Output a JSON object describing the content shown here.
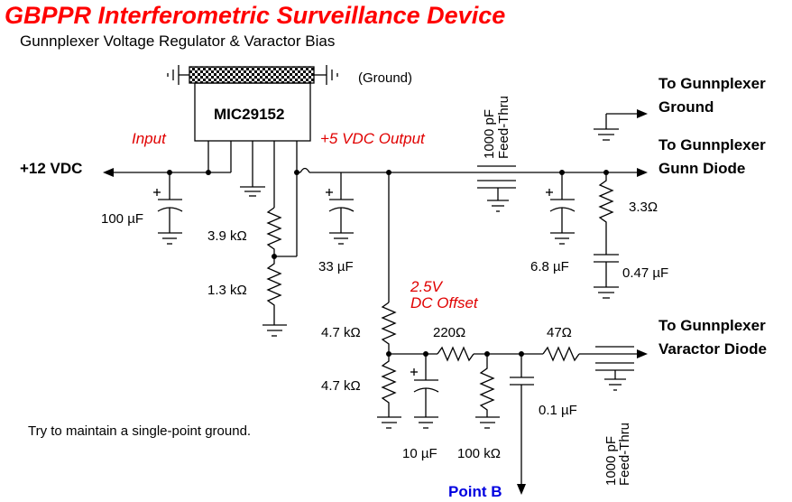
{
  "title": "GBPPR Interferometric Surveillance Device",
  "subtitle": "Gunnplexer Voltage Regulator & Varactor Bias",
  "regulator": {
    "part": "MIC29152",
    "ground_label": "(Ground)"
  },
  "annotations": {
    "input": "Input",
    "output": "+5 VDC Output",
    "dc_offset_line1": "2.5V",
    "dc_offset_line2": "DC Offset",
    "note": "Try to maintain a single-point ground."
  },
  "supply": {
    "label": "+12 VDC"
  },
  "outputs": {
    "ground_line1": "To Gunnplexer",
    "ground_line2": "Ground",
    "gunn_line1": "To Gunnplexer",
    "gunn_line2": "Gunn Diode",
    "varactor_line1": "To Gunnplexer",
    "varactor_line2": "Varactor Diode",
    "point_b": "Point B"
  },
  "components": {
    "c_in": "100 µF",
    "r_top": "3.9 kΩ",
    "r_bot": "1.3 kΩ",
    "c_out": "33 µF",
    "feedthru1_line1": "1000 pF",
    "feedthru1_line2": "Feed-Thru",
    "c_gunn": "6.8 µF",
    "r_snub": "3.3Ω",
    "c_snub": "0.47 µF",
    "r_div_top": "4.7 kΩ",
    "r_div_bot": "4.7 kΩ",
    "r_series1": "220Ω",
    "r_series2": "47Ω",
    "c_div": "10 µF",
    "r_load": "100 kΩ",
    "c_couple": "0.1 µF",
    "feedthru2_line1": "1000 pF",
    "feedthru2_line2": "Feed-Thru"
  }
}
